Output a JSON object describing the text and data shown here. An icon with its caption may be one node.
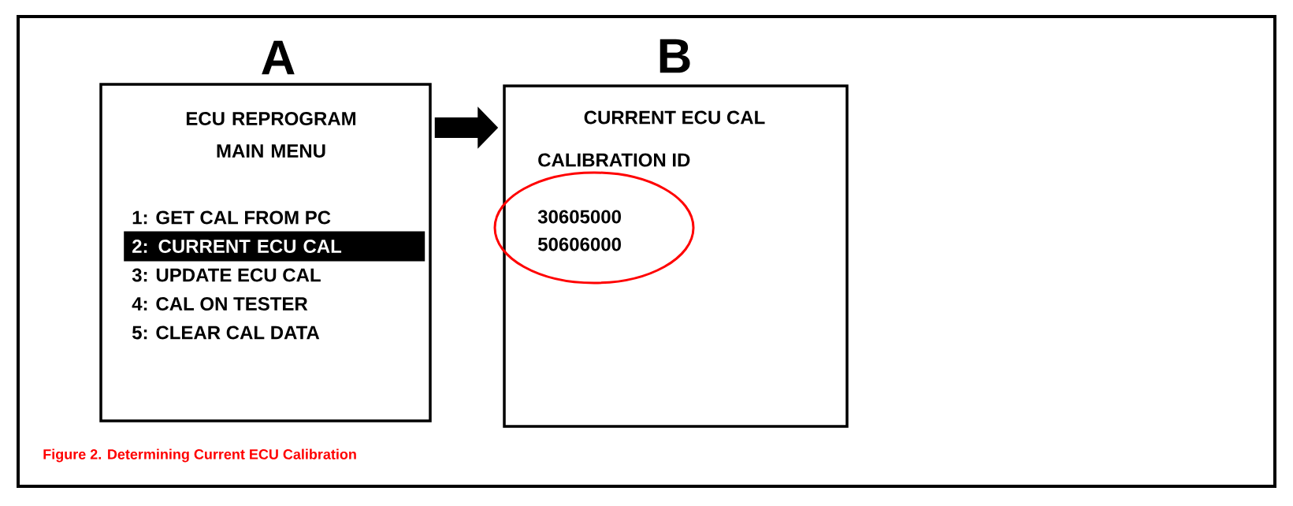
{
  "diagram": {
    "caption": "Figure 2. Determining Current ECU Calibration",
    "nodes": [
      {
        "text": [
          "A",
          "ECU REPROGRAM MAIN MENU",
          "1: GET CAL FROM PC",
          "2: CURRENT ECU CAL",
          "3: UPDATE ECU CAL",
          "4: CAL ON TESTER",
          "5: CLEAR CAL DATA"
        ]
      },
      {
        "text": [
          "B",
          "CURRENT ECU CAL",
          "CALIBRATION ID"
        ]
      },
      {
        "text": [
          "30605000",
          "50606000"
        ],
        "in": 1
      }
    ],
    "edges": [
      {
        "from": 0,
        "to": 1,
        "arrow": "to"
      }
    ]
  }
}
